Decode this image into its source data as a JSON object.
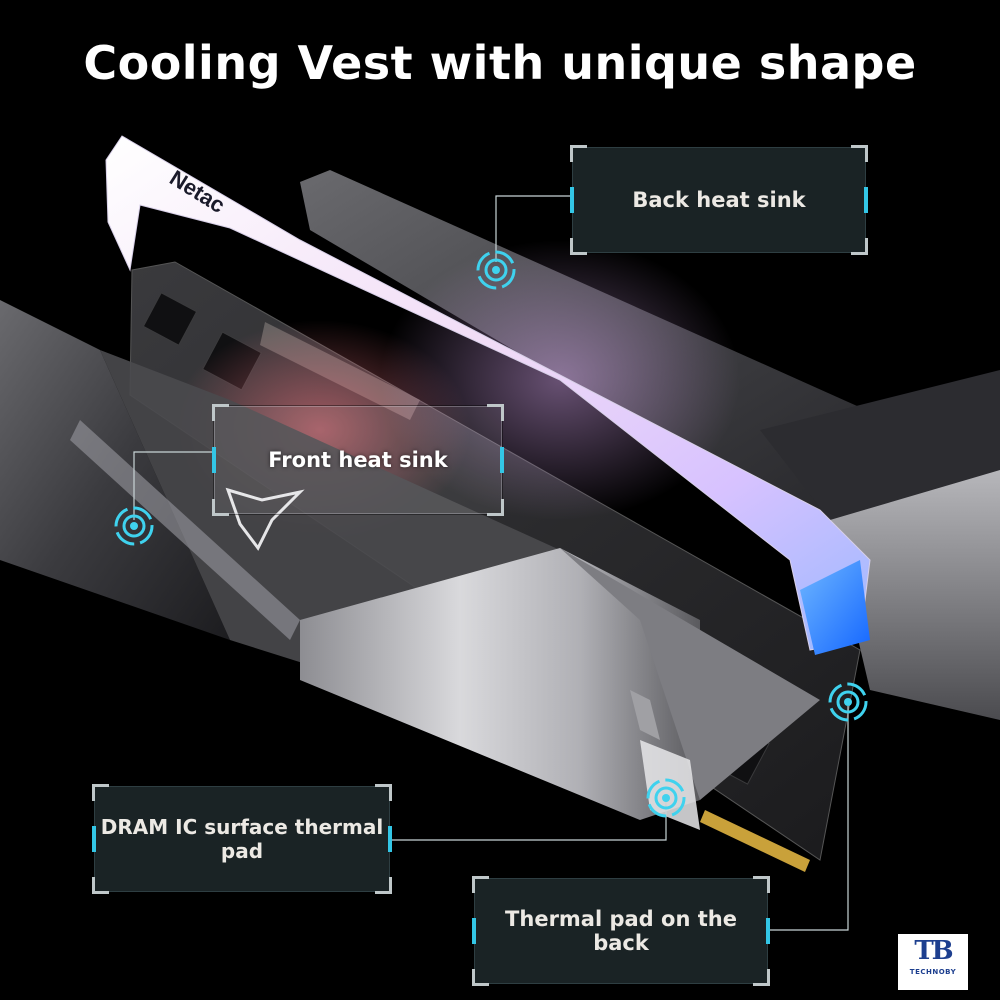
{
  "title": "Cooling Vest with unique shape",
  "brand_on_bar": "Netac",
  "labels": {
    "back_heat_sink": "Back heat sink",
    "front_heat_sink": "Front heat sink",
    "dram_ic_pad": "DRAM IC surface thermal pad",
    "thermal_pad_back": "Thermal pad on the back"
  },
  "watermark": {
    "mark": "TB",
    "text": "TECHNOBY"
  },
  "colors": {
    "background": "#000000",
    "accent_cyan": "#33c6e6",
    "label_box": "#1c2628",
    "chip_blue": "#2a7bff"
  }
}
